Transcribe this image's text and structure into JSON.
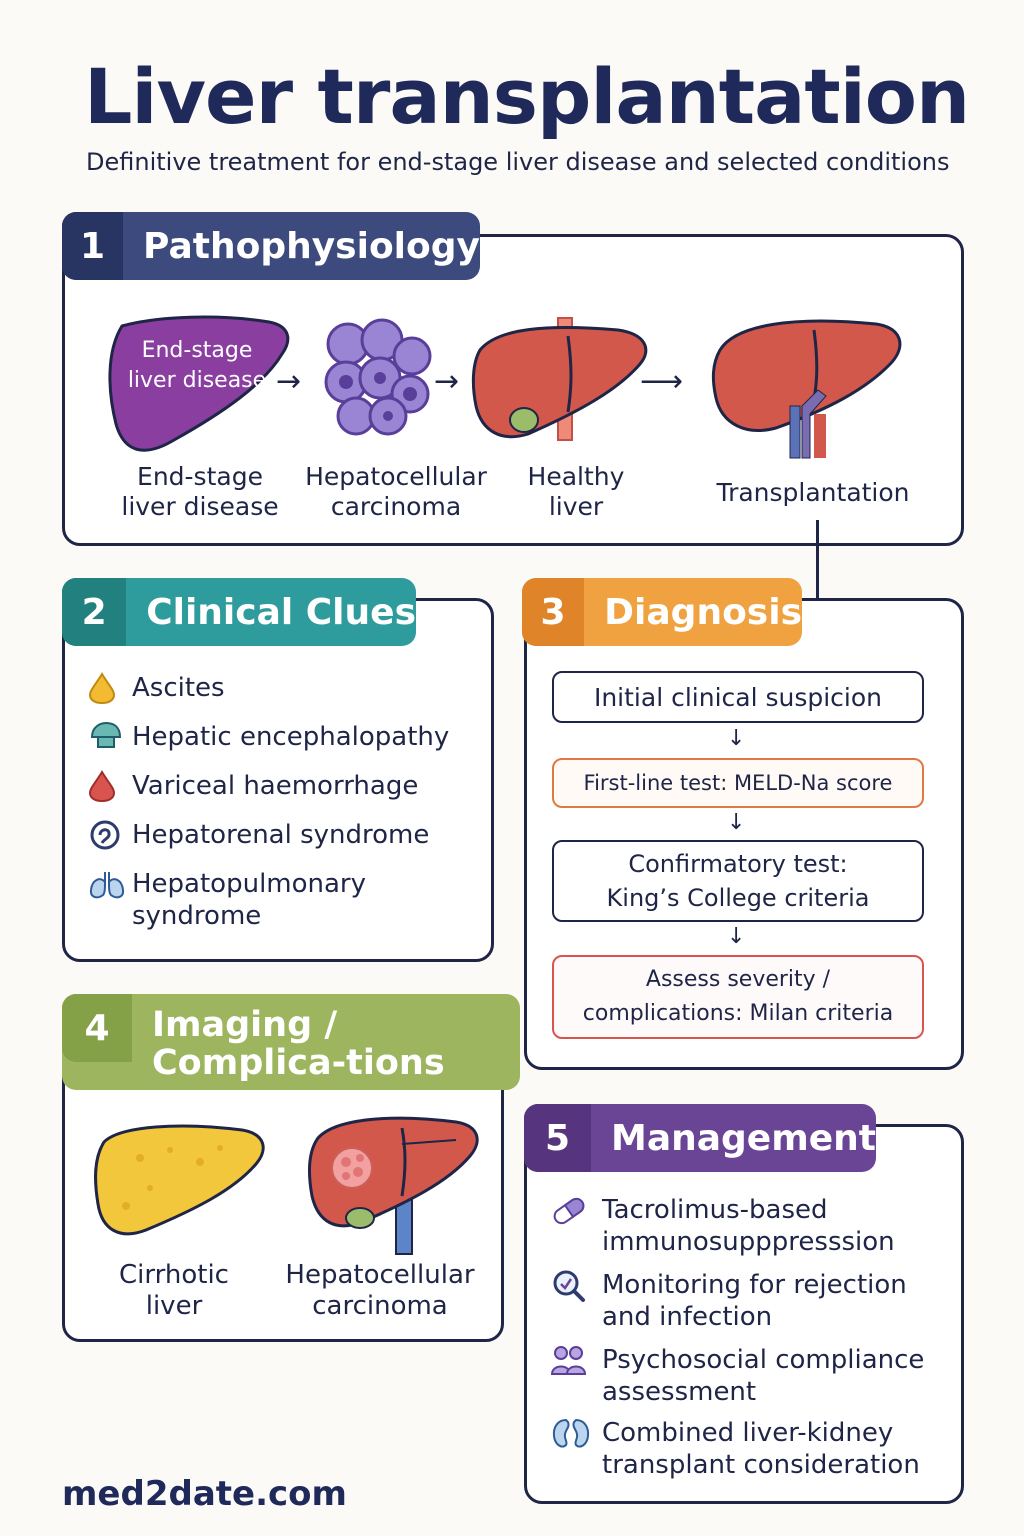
{
  "header": {
    "title": "Liver transplantation",
    "subtitle": "Definitive treatment for end-stage liver disease and selected conditions"
  },
  "sections": {
    "pathophysiology": {
      "number": "1",
      "title": "Pathophysiology",
      "icon_text": "End-stage liver disease",
      "steps": [
        "End-stage liver disease",
        "Hepatocellular carcinoma",
        "Healthy liver",
        "Transplantation"
      ]
    },
    "clinical_clues": {
      "number": "2",
      "title": "Clinical Clues",
      "items": [
        "Ascites",
        "Hepatic encephalopathy",
        "Variceal haemorrhage",
        "Hepatorenal syndrome",
        "Hepatopulmonary syndrome"
      ]
    },
    "diagnosis": {
      "number": "3",
      "title": "Diagnosis",
      "steps": [
        "Initial clinical suspicion",
        "First-line test: MELD-Na score",
        "Confirmatory test: King’s College criteria",
        "Assess severity / complications: Milan criteria"
      ]
    },
    "imaging": {
      "number": "4",
      "title": "Imaging / Complica-tions",
      "items": [
        "Cirrhotic liver",
        "Hepatocellular carcinoma"
      ]
    },
    "management": {
      "number": "5",
      "title": "Management",
      "items": [
        "Tacrolimus-based immunosupppresssion",
        "Monitoring for rejection and infection",
        "Psychosocial compliance assessment",
        "Combined liver-kidney transplant consideration"
      ]
    }
  },
  "footer": {
    "site": "med2date.com"
  },
  "colors": {
    "navy": "#2e3b6e",
    "teal": "#2b8f91",
    "orange": "#e8923a",
    "olive": "#94ad55",
    "purple": "#6a4596",
    "liver_red": "#d2584b",
    "diseased_purple": "#8a3fa0",
    "cirrhotic_yellow": "#f2c73c"
  },
  "icons": [
    "drop-icon",
    "brain-icon",
    "blood-drop-icon",
    "kidney-cycle-icon",
    "lungs-icon",
    "pill-icon",
    "magnifier-icon",
    "people-icon",
    "kidneys-icon",
    "arrow-right-icon",
    "arrow-down-icon"
  ]
}
